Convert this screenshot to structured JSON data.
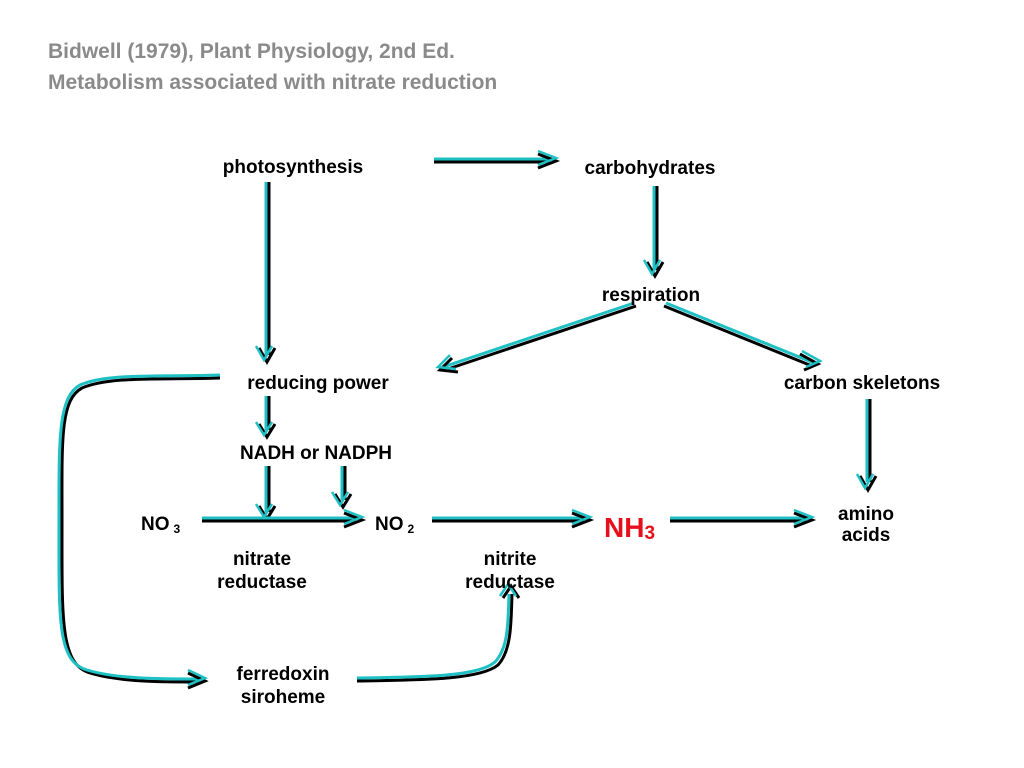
{
  "header": {
    "line1": "Bidwell (1979), Plant Physiology, 2nd Ed.",
    "line2": "Metabolism associated with nitrate reduction"
  },
  "nodes": {
    "photosynthesis": "photosynthesis",
    "carbohydrates": "carbohydrates",
    "respiration": "respiration",
    "reducing_power": "reducing power",
    "carbon_skeletons": "carbon skeletons",
    "nadh": "NADH or NADPH",
    "no3": {
      "base": "NO",
      "sub": "3"
    },
    "no2": {
      "base": "NO",
      "sub": "2"
    },
    "nh3": {
      "base": "NH",
      "sub": "3"
    },
    "amino_acids": {
      "line1": "amino",
      "line2": "acids"
    },
    "nitrate_reductase": {
      "line1": "nitrate",
      "line2": "reductase"
    },
    "nitrite_reductase": {
      "line1": "nitrite",
      "line2": "reductase"
    },
    "ferredoxin": {
      "line1": "ferredoxin",
      "line2": "siroheme"
    }
  },
  "colors": {
    "arrow_teal": "#1ec0c4",
    "arrow_shadow": "#000000",
    "title_gray": "#8a8a8a",
    "nh3_red": "#e5101c"
  }
}
